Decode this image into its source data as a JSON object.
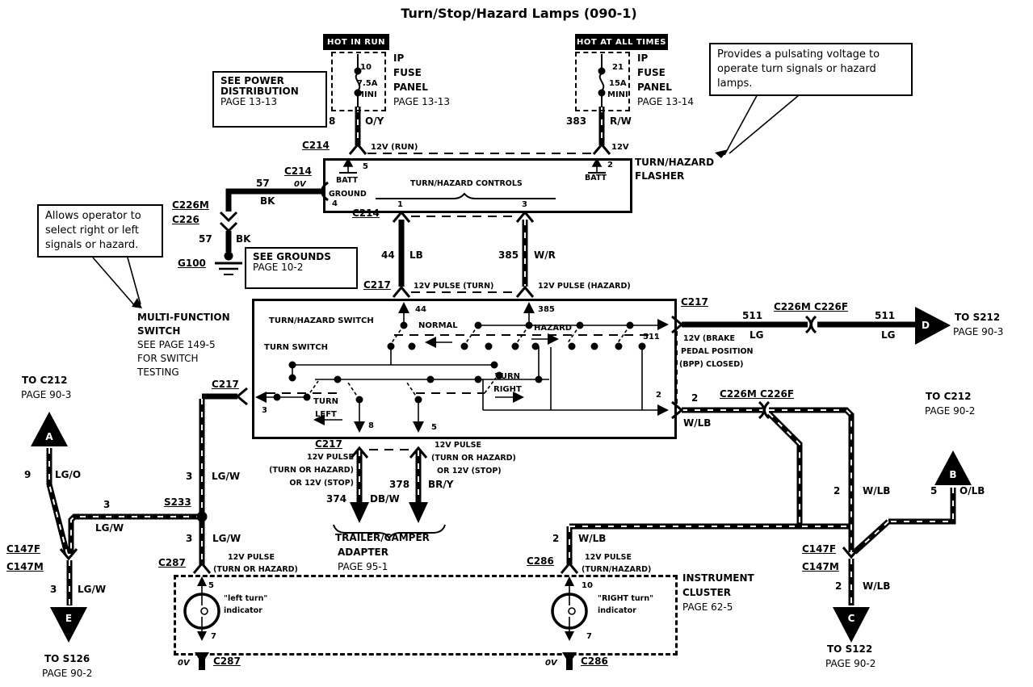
{
  "colors": {
    "ink": "#000000",
    "paper": "#ffffff"
  },
  "title": "Turn/Stop/Hazard Lamps (090-1)",
  "banners": {
    "left": "HOT IN RUN",
    "right": "HOT AT ALL TIMES"
  },
  "fuse_left": {
    "num": "10",
    "amps": "7.5A",
    "type": "MINI",
    "l1": "IP",
    "l2": "FUSE",
    "l3": "PANEL",
    "l4": "PAGE 13-13",
    "circuit": "8",
    "color": "O/Y",
    "conn": "C214",
    "volt": "12V (RUN)"
  },
  "fuse_right": {
    "num": "21",
    "amps": "15A",
    "type": "MINI",
    "l1": "IP",
    "l2": "FUSE",
    "l3": "PANEL",
    "l4": "PAGE 13-14",
    "circuit": "383",
    "color": "R/W",
    "volt": "12V"
  },
  "note_flasher": {
    "l1": "Provides a pulsating voltage to",
    "l2": "operate turn signals or hazard",
    "l3": "lamps."
  },
  "note_switch": {
    "l1": "Allows operator to",
    "l2": "select right or left",
    "l3": "signals or hazard."
  },
  "see_power": {
    "l1": "SEE POWER",
    "l2": "DISTRIBUTION",
    "l3": "PAGE 13-13"
  },
  "see_grounds": {
    "l1": "SEE GROUNDS",
    "l2": "PAGE 10-2"
  },
  "flasher": {
    "t1": "TURN/HAZARD",
    "t2": "FLASHER",
    "pin5": "5",
    "batt1": "BATT",
    "ground": "GROUND",
    "pin4": "4",
    "controls": "TURN/HAZARD CONTROLS",
    "pin1": "1",
    "pin3": "3",
    "pin2": "2",
    "batt2": "BATT",
    "conn_left": "C214",
    "volt0": "0V",
    "conn_bottom": "C214"
  },
  "ground_path": {
    "c1": "57",
    "w1": "BK",
    "c2": "57",
    "w2": "BK",
    "conn1": "C226M",
    "conn2": "C226",
    "gnd": "G100"
  },
  "feed": {
    "lc": "44",
    "lw": "LB",
    "rc": "385",
    "rw": "W/R",
    "conn": "C217",
    "lv": "12V PULSE (TURN)",
    "rv": "12V PULSE (HAZARD)"
  },
  "mfs": {
    "l1": "MULTI-FUNCTION",
    "l2": "SWITCH",
    "l3": "SEE PAGE 149-5",
    "l4": "FOR SWITCH",
    "l5": "TESTING"
  },
  "sw": {
    "t1": "TURN/HAZARD  SWITCH",
    "t2": "TURN  SWITCH",
    "normal": "NORMAL",
    "hazard": "HAZARD",
    "tl1": "TURN",
    "tl2": "LEFT",
    "tr1": "TURN",
    "tr2": "RIGHT",
    "p44": "44",
    "p385": "385",
    "p511": "511",
    "p2": "2",
    "p3": "3",
    "p8": "8",
    "p5": "5"
  },
  "out511": {
    "conn": "C217",
    "v1": "12V (BRAKE",
    "v2": "PEDAL POSITION",
    "v3": "(BPP)  CLOSED)",
    "c1": "511",
    "w1": "LG",
    "pair": "C226M C226F",
    "c2": "511",
    "w2": "LG",
    "letter": "D",
    "d1": "TO S212",
    "d2": "PAGE 90-3"
  },
  "out2": {
    "c1": "2",
    "w1": "W/LB",
    "pair": "C226M C226F",
    "c2": "2",
    "w2": "W/LB",
    "bc": "5",
    "bw": "O/LB",
    "bletter": "B",
    "bd1": "TO C212",
    "bd2": "PAGE 90-2",
    "connf": "C147F",
    "connm": "C147M",
    "cc": "2",
    "cw": "W/LB",
    "cletter": "C",
    "cd1": "TO S122",
    "cd2": "PAGE 90-2"
  },
  "outleft": {
    "ad1": "TO C212",
    "ad2": "PAGE 90-3",
    "aletter": "A",
    "ac": "9",
    "aw": "LG/O",
    "hc": "3",
    "hw": "LG/W",
    "splice": "S233",
    "conn": "C217",
    "vc": "3",
    "vw": "LG/W",
    "connf": "C147F",
    "connm": "C147M",
    "ec": "3",
    "ew": "LG/W",
    "eletter": "E",
    "ed1": "TO S126",
    "ed2": "PAGE 90-2"
  },
  "riser_left": {
    "c": "3",
    "w": "LG/W"
  },
  "trailer": {
    "conn": "C217",
    "l1": "12V PULSE",
    "l2": "(TURN OR HAZARD)",
    "l3": "OR 12V (STOP)",
    "r1": "12V PULSE",
    "r2": "(TURN OR HAZARD)",
    "r3": "OR 12V (STOP)",
    "lc": "374",
    "lw": "DB/W",
    "rc": "378",
    "rw": "BR/Y",
    "t1": "TRAILER/CAMPER",
    "t2": "ADAPTER",
    "t3": "PAGE 95-1"
  },
  "cluster": {
    "t1": "INSTRUMENT",
    "t2": "CLUSTER",
    "t3": "PAGE 62-5",
    "left": {
      "conn": "C287",
      "v1": "12V PULSE",
      "v2": "(TURN OR HAZARD)",
      "pin_in": "5",
      "b1": "\"left turn\"",
      "b2": "indicator",
      "pin_out": "7",
      "conn2": "C287",
      "v0": "0V"
    },
    "right": {
      "c": "2",
      "w": "W/LB",
      "conn": "C286",
      "v1": "12V PULSE",
      "v2": "(TURN/HAZARD)",
      "pin_in": "10",
      "b1": "\"RIGHT turn\"",
      "b2": "indicator",
      "pin_out": "7",
      "conn2": "C286",
      "v0": "0V"
    }
  }
}
